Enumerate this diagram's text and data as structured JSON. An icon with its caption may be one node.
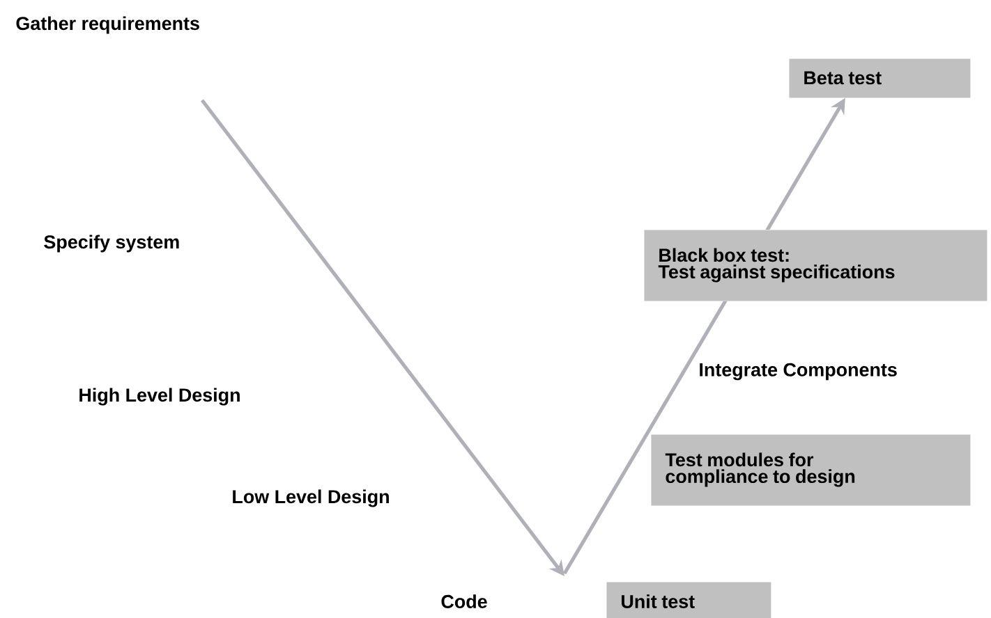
{
  "diagram": {
    "nodes": [
      {
        "text": [
          "Gather requirements"
        ]
      },
      {
        "text": [
          "Beta test"
        ]
      },
      {
        "text": [
          "Specify system"
        ]
      },
      {
        "text": [
          "Black box test:",
          "Test against specifications"
        ]
      },
      {
        "text": [
          "Integrate Components"
        ]
      },
      {
        "text": [
          "High Level Design"
        ]
      },
      {
        "text": [
          "Test modules for compliance to design"
        ]
      },
      {
        "text": [
          "Low Level Design"
        ]
      },
      {
        "text": [
          "Code"
        ]
      },
      {
        "text": [
          "Unit test"
        ]
      }
    ],
    "edges": [
      {
        "from": null,
        "to": 1,
        "arrow": "to"
      }
    ]
  }
}
